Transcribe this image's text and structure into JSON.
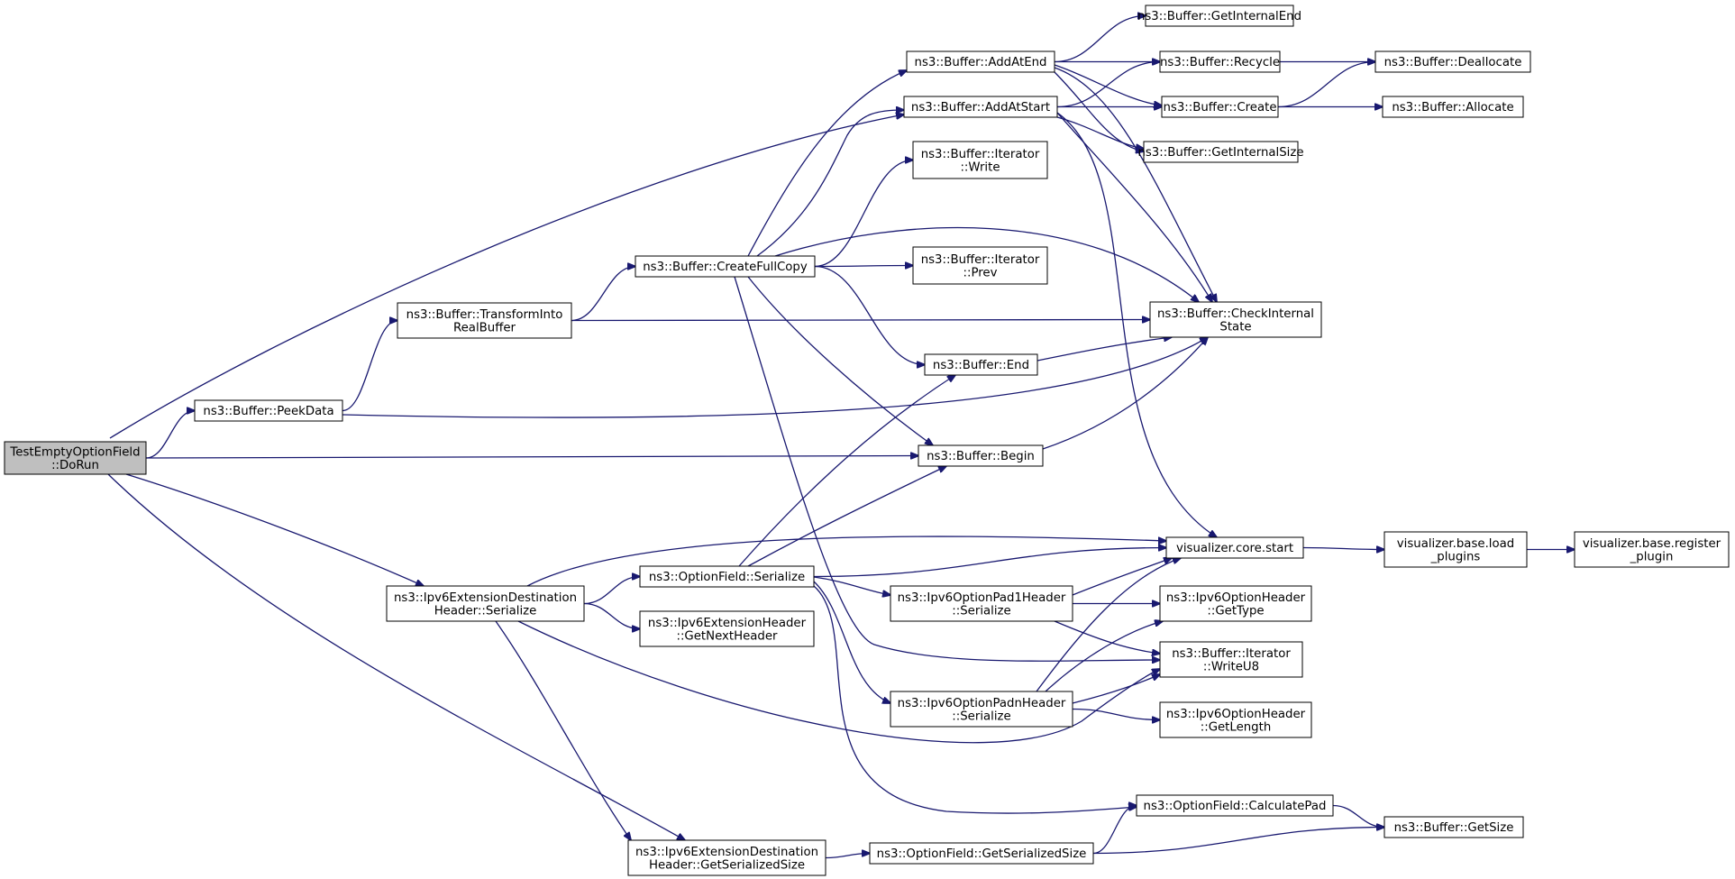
{
  "colors": {
    "edge": "#191970",
    "node_border": "#000000",
    "root_fill": "#bfbfbf",
    "node_fill": "#ffffff"
  },
  "nodes": [
    {
      "id": "root",
      "lines": [
        "TestEmptyOptionField",
        "::DoRun"
      ],
      "highlight": true
    },
    {
      "id": "peekdata",
      "lines": [
        "ns3::Buffer::PeekData"
      ]
    },
    {
      "id": "transform",
      "lines": [
        "ns3::Buffer::TransformInto",
        "RealBuffer"
      ]
    },
    {
      "id": "createfullcopy",
      "lines": [
        "ns3::Buffer::CreateFullCopy"
      ]
    },
    {
      "id": "addatend",
      "lines": [
        "ns3::Buffer::AddAtEnd"
      ]
    },
    {
      "id": "addatstart",
      "lines": [
        "ns3::Buffer::AddAtStart"
      ]
    },
    {
      "id": "iterwrite",
      "lines": [
        "ns3::Buffer::Iterator",
        "::Write"
      ]
    },
    {
      "id": "iterprev",
      "lines": [
        "ns3::Buffer::Iterator",
        "::Prev"
      ]
    },
    {
      "id": "end",
      "lines": [
        "ns3::Buffer::End"
      ]
    },
    {
      "id": "begin",
      "lines": [
        "ns3::Buffer::Begin"
      ]
    },
    {
      "id": "getinternalend",
      "lines": [
        "ns3::Buffer::GetInternalEnd"
      ]
    },
    {
      "id": "recycle",
      "lines": [
        "ns3::Buffer::Recycle"
      ]
    },
    {
      "id": "create",
      "lines": [
        "ns3::Buffer::Create"
      ]
    },
    {
      "id": "getinternalsize",
      "lines": [
        "ns3::Buffer::GetInternalSize"
      ]
    },
    {
      "id": "checkinternal",
      "lines": [
        "ns3::Buffer::CheckInternal",
        "State"
      ]
    },
    {
      "id": "deallocate",
      "lines": [
        "ns3::Buffer::Deallocate"
      ]
    },
    {
      "id": "allocate",
      "lines": [
        "ns3::Buffer::Allocate"
      ]
    },
    {
      "id": "ipv6destser",
      "lines": [
        "ns3::Ipv6ExtensionDestination",
        "Header::Serialize"
      ]
    },
    {
      "id": "optfieldser",
      "lines": [
        "ns3::OptionField::Serialize"
      ]
    },
    {
      "id": "getnextheader",
      "lines": [
        "ns3::Ipv6ExtensionHeader",
        "::GetNextHeader"
      ]
    },
    {
      "id": "ipv6destsize",
      "lines": [
        "ns3::Ipv6ExtensionDestination",
        "Header::GetSerializedSize"
      ]
    },
    {
      "id": "optfieldsize",
      "lines": [
        "ns3::OptionField::GetSerializedSize"
      ]
    },
    {
      "id": "pad1ser",
      "lines": [
        "ns3::Ipv6OptionPad1Header",
        "::Serialize"
      ]
    },
    {
      "id": "padnser",
      "lines": [
        "ns3::Ipv6OptionPadnHeader",
        "::Serialize"
      ]
    },
    {
      "id": "vizcore",
      "lines": [
        "visualizer.core.start"
      ]
    },
    {
      "id": "vizload",
      "lines": [
        "visualizer.base.load",
        "_plugins"
      ]
    },
    {
      "id": "vizreg",
      "lines": [
        "visualizer.base.register",
        "_plugin"
      ]
    },
    {
      "id": "gettype",
      "lines": [
        "ns3::Ipv6OptionHeader",
        "::GetType"
      ]
    },
    {
      "id": "writeu8",
      "lines": [
        "ns3::Buffer::Iterator",
        "::WriteU8"
      ]
    },
    {
      "id": "getlength",
      "lines": [
        "ns3::Ipv6OptionHeader",
        "::GetLength"
      ]
    },
    {
      "id": "calcpad",
      "lines": [
        "ns3::OptionField::CalculatePad"
      ]
    },
    {
      "id": "getsize",
      "lines": [
        "ns3::Buffer::GetSize"
      ]
    }
  ],
  "edges": [
    [
      "root",
      "addatstart"
    ],
    [
      "root",
      "peekdata"
    ],
    [
      "root",
      "begin"
    ],
    [
      "root",
      "ipv6destser"
    ],
    [
      "root",
      "ipv6destsize"
    ],
    [
      "peekdata",
      "transform"
    ],
    [
      "peekdata",
      "checkinternal"
    ],
    [
      "transform",
      "createfullcopy"
    ],
    [
      "transform",
      "checkinternal"
    ],
    [
      "createfullcopy",
      "addatend"
    ],
    [
      "createfullcopy",
      "addatstart"
    ],
    [
      "createfullcopy",
      "iterwrite"
    ],
    [
      "createfullcopy",
      "checkinternal"
    ],
    [
      "createfullcopy",
      "iterprev"
    ],
    [
      "createfullcopy",
      "end"
    ],
    [
      "createfullcopy",
      "begin"
    ],
    [
      "createfullcopy",
      "writeu8"
    ],
    [
      "addatend",
      "getinternalend"
    ],
    [
      "addatend",
      "recycle"
    ],
    [
      "addatend",
      "create"
    ],
    [
      "addatend",
      "getinternalsize"
    ],
    [
      "addatend",
      "checkinternal"
    ],
    [
      "addatstart",
      "recycle"
    ],
    [
      "addatstart",
      "create"
    ],
    [
      "addatstart",
      "getinternalsize"
    ],
    [
      "addatstart",
      "checkinternal"
    ],
    [
      "addatstart",
      "vizcore"
    ],
    [
      "recycle",
      "deallocate"
    ],
    [
      "create",
      "deallocate"
    ],
    [
      "create",
      "allocate"
    ],
    [
      "end",
      "checkinternal"
    ],
    [
      "begin",
      "checkinternal"
    ],
    [
      "ipv6destser",
      "optfieldser"
    ],
    [
      "ipv6destser",
      "getnextheader"
    ],
    [
      "ipv6destser",
      "vizcore"
    ],
    [
      "ipv6destser",
      "ipv6destsize"
    ],
    [
      "ipv6destser",
      "writeu8"
    ],
    [
      "optfieldser",
      "end"
    ],
    [
      "optfieldser",
      "begin"
    ],
    [
      "optfieldser",
      "vizcore"
    ],
    [
      "optfieldser",
      "pad1ser"
    ],
    [
      "optfieldser",
      "padnser"
    ],
    [
      "optfieldser",
      "calcpad"
    ],
    [
      "pad1ser",
      "vizcore"
    ],
    [
      "pad1ser",
      "gettype"
    ],
    [
      "pad1ser",
      "writeu8"
    ],
    [
      "padnser",
      "vizcore"
    ],
    [
      "padnser",
      "gettype"
    ],
    [
      "padnser",
      "writeu8"
    ],
    [
      "padnser",
      "getlength"
    ],
    [
      "vizcore",
      "vizload"
    ],
    [
      "vizload",
      "vizreg"
    ],
    [
      "ipv6destsize",
      "optfieldsize"
    ],
    [
      "optfieldsize",
      "calcpad"
    ],
    [
      "optfieldsize",
      "getsize"
    ],
    [
      "calcpad",
      "getsize"
    ]
  ]
}
